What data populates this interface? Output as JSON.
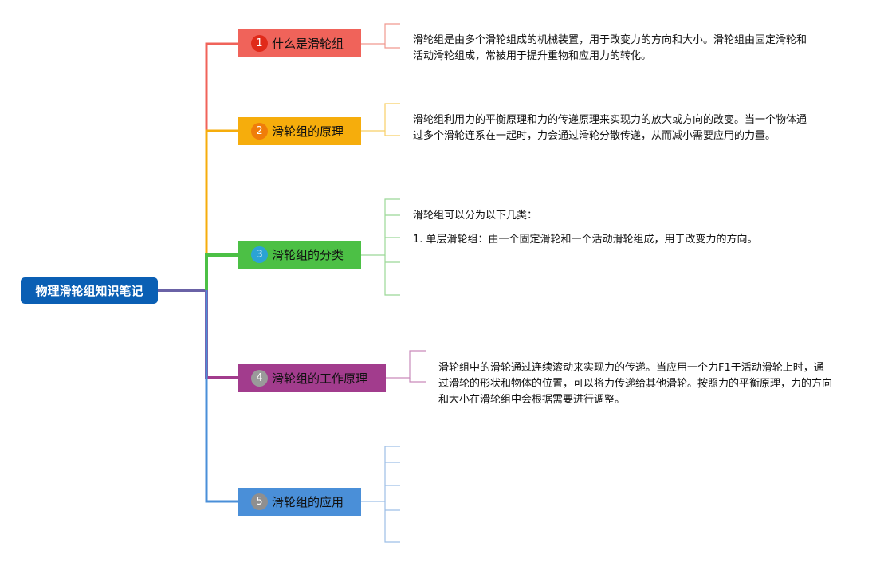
{
  "root": {
    "label": "物理滑轮组知识笔记",
    "color": "#0a5fb4"
  },
  "branches": [
    {
      "number": "1",
      "label": "什么是滑轮组",
      "color": "#f0635a",
      "badge_color": "#e02a1a",
      "notes": [
        "滑轮组是由多个滑轮组成的机械装置，用于改变力的方向和大小。滑轮组由固定滑轮和活动滑轮组成，常被用于提升重物和应用力的转化。"
      ]
    },
    {
      "number": "2",
      "label": "滑轮组的原理",
      "color": "#f6ad0c",
      "badge_color": "#ef7d0a",
      "notes": [
        "滑轮组利用力的平衡原理和力的传递原理来实现力的放大或方向的改变。当一个物体通过多个滑轮连系在一起时，力会通过滑轮分散传递，从而减小需要应用的力量。"
      ]
    },
    {
      "number": "3",
      "label": "滑轮组的分类",
      "color": "#4cc045",
      "badge_color": "#2ba3d5",
      "notes": [
        "滑轮组可以分为以下几类：",
        "1. 单层滑轮组：由一个固定滑轮和一个活动滑轮组成，用于改变力的方向。"
      ]
    },
    {
      "number": "4",
      "label": "滑轮组的工作原理",
      "color": "#a23c8d",
      "badge_color": "#9a9a9a",
      "notes": [
        "滑轮组中的滑轮通过连续滚动来实现力的传递。当应用一个力F1于活动滑轮上时，通过滑轮的形状和物体的位置，可以将力传递给其他滑轮。按照力的平衡原理，力的方向和大小在滑轮组中会根据需要进行调整。"
      ]
    },
    {
      "number": "5",
      "label": "滑轮组的应用",
      "color": "#4a8fd8",
      "badge_color": "#8f8f8f",
      "notes": []
    }
  ]
}
